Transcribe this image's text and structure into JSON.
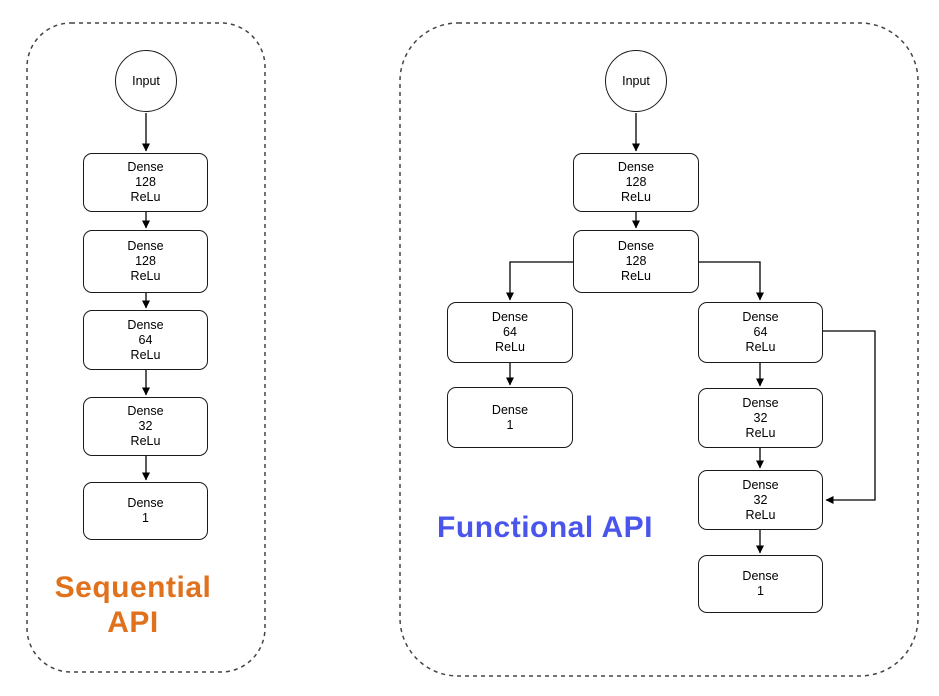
{
  "sequential": {
    "title_lines": [
      "Sequential",
      "API"
    ],
    "title_color": "#E0711D",
    "input_label": "Input",
    "nodes": [
      {
        "lines": [
          "Dense",
          "128",
          "ReLu"
        ]
      },
      {
        "lines": [
          "Dense",
          "128",
          "ReLu"
        ]
      },
      {
        "lines": [
          "Dense",
          "64",
          "ReLu"
        ]
      },
      {
        "lines": [
          "Dense",
          "32",
          "ReLu"
        ]
      },
      {
        "lines": [
          "Dense",
          "1"
        ]
      }
    ],
    "connections": [
      "Input -> Dense 128 ReLu",
      "Dense 128 ReLu -> Dense 128 ReLu",
      "Dense 128 ReLu -> Dense 64 ReLu",
      "Dense 64 ReLu -> Dense 32 ReLu",
      "Dense 32 ReLu -> Dense 1"
    ]
  },
  "functional": {
    "title_lines": [
      "Functional",
      "API"
    ],
    "title_color": "#4A55EC",
    "input_label": "Input",
    "nodes": [
      {
        "lines": [
          "Dense",
          "128",
          "ReLu"
        ]
      },
      {
        "lines": [
          "Dense",
          "128",
          "ReLu"
        ]
      },
      {
        "lines": [
          "Dense",
          "64",
          "ReLu"
        ]
      },
      {
        "lines": [
          "Dense",
          "1"
        ]
      },
      {
        "lines": [
          "Dense",
          "64",
          "ReLu"
        ]
      },
      {
        "lines": [
          "Dense",
          "32",
          "ReLu"
        ]
      },
      {
        "lines": [
          "Dense",
          "32",
          "ReLu"
        ]
      },
      {
        "lines": [
          "Dense",
          "1"
        ]
      }
    ],
    "connections": [
      "Input -> Dense 128 ReLu",
      "Dense 128 ReLu -> Dense 128 ReLu",
      "Dense 128 ReLu -> Dense 64 ReLu (left branch)",
      "Dense 64 ReLu (left) -> Dense 1 (left)",
      "Dense 128 ReLu -> Dense 64 ReLu (right branch)",
      "Dense 64 ReLu (right) -> Dense 32 ReLu (first)",
      "Dense 32 ReLu (first) -> Dense 32 ReLu (second)",
      "Dense 64 ReLu (right) -> Dense 32 ReLu (second, skip connection)",
      "Dense 32 ReLu (second) -> Dense 1 (right)"
    ]
  }
}
